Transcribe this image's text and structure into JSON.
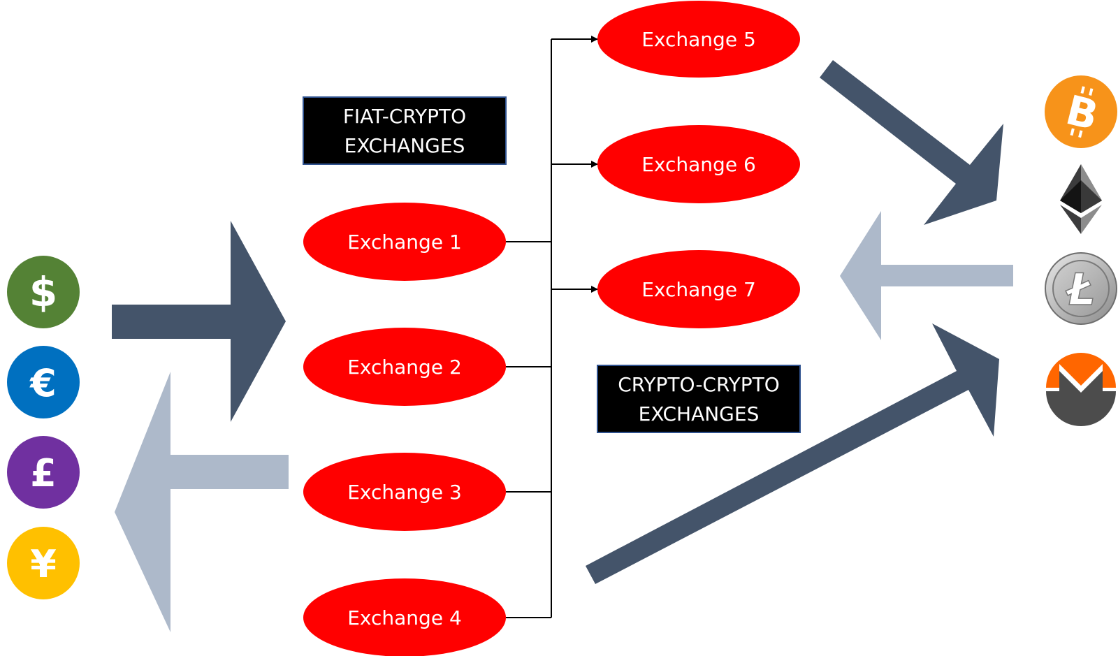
{
  "diagram": {
    "title": "",
    "colors": {
      "exchange_fill": "#ff0000",
      "exchange_text": "#ffffff",
      "label_box_fill": "#000000",
      "label_box_border": "#2f528f",
      "arrow_dark": "#44546a",
      "arrow_light": "#adb9ca",
      "connector": "#000000"
    },
    "labels": {
      "fiat_crypto": [
        "FIAT-CRYPTO",
        "EXCHANGES"
      ],
      "crypto_crypto": [
        "CRYPTO-CRYPTO",
        "EXCHANGES"
      ]
    },
    "fiat_crypto_exchanges": [
      {
        "id": "exchange-1",
        "label": "Exchange 1"
      },
      {
        "id": "exchange-2",
        "label": "Exchange 2"
      },
      {
        "id": "exchange-3",
        "label": "Exchange 3"
      },
      {
        "id": "exchange-4",
        "label": "Exchange 4"
      }
    ],
    "crypto_crypto_exchanges": [
      {
        "id": "exchange-5",
        "label": "Exchange 5"
      },
      {
        "id": "exchange-6",
        "label": "Exchange 6"
      },
      {
        "id": "exchange-7",
        "label": "Exchange 7"
      }
    ],
    "fiat_currencies": [
      {
        "name": "dollar",
        "symbol": "$",
        "color": "#548235"
      },
      {
        "name": "euro",
        "symbol": "€",
        "color": "#0070c0"
      },
      {
        "name": "pound",
        "symbol": "£",
        "color": "#7030a0"
      },
      {
        "name": "yen",
        "symbol": "¥",
        "color": "#ffc000"
      }
    ],
    "cryptocurrencies": [
      {
        "name": "bitcoin",
        "symbol": "B",
        "color": "#f7931a"
      },
      {
        "name": "ethereum",
        "symbol": "",
        "color": "#3c3c3d"
      },
      {
        "name": "litecoin",
        "symbol": "Ł",
        "color": "#bfbbbb"
      },
      {
        "name": "monero",
        "symbol": "M",
        "color": "#ff6600"
      }
    ],
    "edges": [
      {
        "from": "exchange-1",
        "to": "exchange-5"
      },
      {
        "from": "exchange-1",
        "to": "exchange-6"
      },
      {
        "from": "exchange-1",
        "to": "exchange-7"
      },
      {
        "from": "exchange-2",
        "to": "exchange-5"
      },
      {
        "from": "exchange-3",
        "to": "exchange-5"
      },
      {
        "from": "exchange-4",
        "to": "exchange-5"
      }
    ],
    "flows": [
      {
        "name": "fiat-to-exchanges",
        "direction": "right",
        "shade": "dark"
      },
      {
        "name": "exchanges-to-fiat",
        "direction": "left",
        "shade": "light"
      },
      {
        "name": "exchanges-to-crypto",
        "direction": "down-right",
        "shade": "dark"
      },
      {
        "name": "crypto-to-exchanges",
        "direction": "left",
        "shade": "light"
      },
      {
        "name": "fiat-exchanges-to-crypto",
        "direction": "up-right",
        "shade": "dark"
      }
    ]
  }
}
